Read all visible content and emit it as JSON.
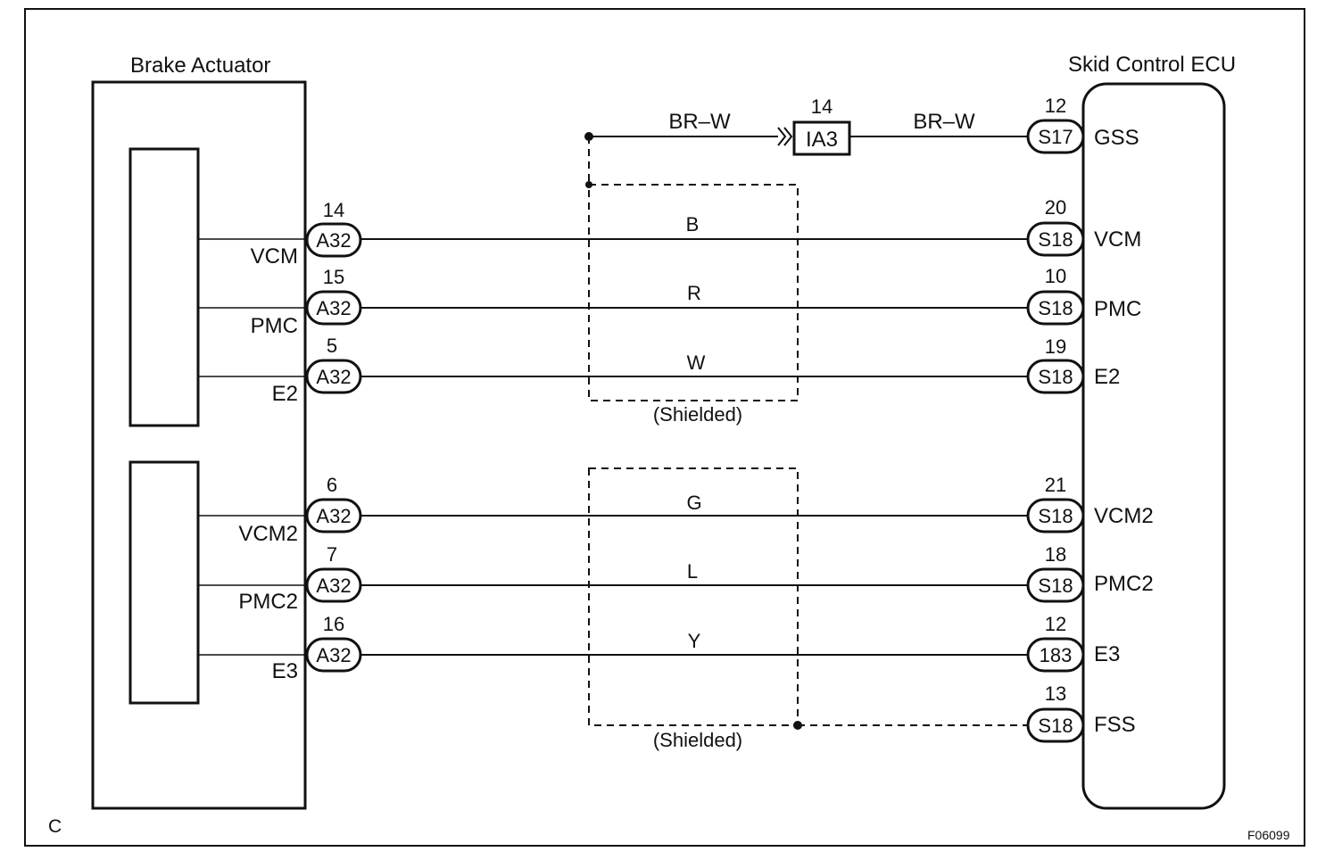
{
  "frame_letter": "C",
  "figure_id": "F06099",
  "actuator": {
    "title": "Brake Actuator",
    "pins": [
      {
        "num": "14",
        "conn": "A32",
        "label": "VCM"
      },
      {
        "num": "15",
        "conn": "A32",
        "label": "PMC"
      },
      {
        "num": "5",
        "conn": "A32",
        "label": "E2"
      },
      {
        "num": "6",
        "conn": "A32",
        "label": "VCM2"
      },
      {
        "num": "7",
        "conn": "A32",
        "label": "PMC2"
      },
      {
        "num": "16",
        "conn": "A32",
        "label": "E3"
      }
    ]
  },
  "ecu": {
    "title": "Skid Control ECU",
    "pins": [
      {
        "num": "12",
        "conn": "S17",
        "label": "GSS"
      },
      {
        "num": "20",
        "conn": "S18",
        "label": "VCM"
      },
      {
        "num": "10",
        "conn": "S18",
        "label": "PMC"
      },
      {
        "num": "19",
        "conn": "S18",
        "label": "E2"
      },
      {
        "num": "21",
        "conn": "S18",
        "label": "VCM2"
      },
      {
        "num": "18",
        "conn": "S18",
        "label": "PMC2"
      },
      {
        "num": "12",
        "conn": "183",
        "label": "E3"
      },
      {
        "num": "13",
        "conn": "S18",
        "label": "FSS"
      }
    ]
  },
  "junction": {
    "num": "14",
    "conn": "IA3"
  },
  "wires": {
    "gss_left": "BR–W",
    "gss_right": "BR–W",
    "colors": [
      "B",
      "R",
      "W",
      "G",
      "L",
      "Y"
    ]
  },
  "shield_label": "(Shielded)"
}
